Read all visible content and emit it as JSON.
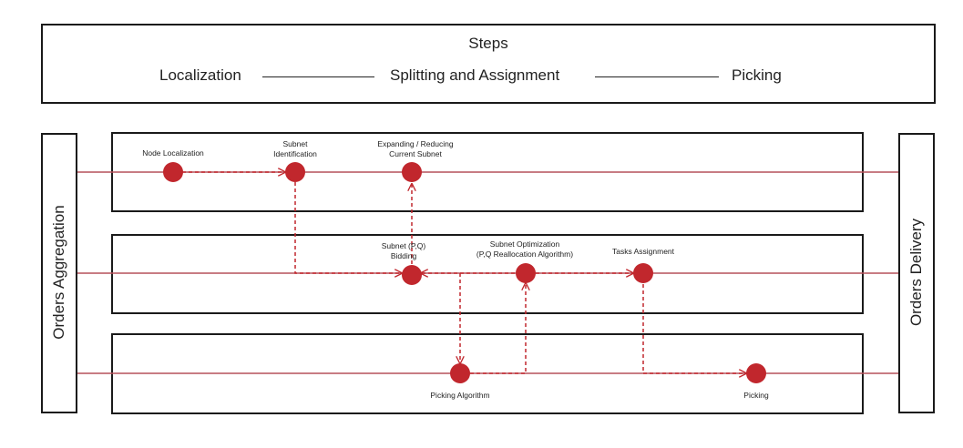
{
  "steps": {
    "title": "Steps",
    "items": [
      "Localization",
      "Splitting and Assignment",
      "Picking"
    ]
  },
  "side_labels": {
    "left": "Orders Aggregation",
    "right": "Orders Delivery"
  },
  "nodes": {
    "node_localization": "Node Localization",
    "subnet_identification": [
      "Subnet",
      "Identification"
    ],
    "expanding_reducing": [
      "Expanding / Reducing",
      "Current Subnet"
    ],
    "subnet_bidding": [
      "Subnet (P,Q)",
      "Bidding"
    ],
    "subnet_optimization": [
      "Subnet Optimization",
      "(P,Q Reallocation Algorithm)"
    ],
    "tasks_assignment": "Tasks Assignment",
    "picking_algorithm": "Picking Algorithm",
    "picking": "Picking"
  },
  "colors": {
    "accent": "#c1272d",
    "line": "#b5505a",
    "border": "#1a1a1a"
  }
}
